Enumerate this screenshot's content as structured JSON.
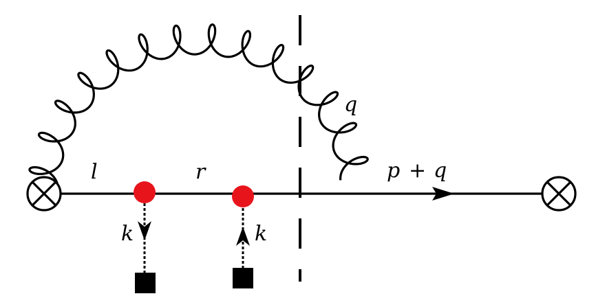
{
  "diagram": {
    "labels": {
      "l": "l",
      "r": "r",
      "q": "q",
      "pq_p": "p",
      "pq_plus": "+",
      "pq_q": "q",
      "k_left": "k",
      "k_right": "k"
    },
    "colors": {
      "line": "#000000",
      "vertex": "#e8141c",
      "background": "#ffffff"
    },
    "icons": [
      "otimes-icon",
      "otimes-icon",
      "square-source-icon",
      "square-source-icon",
      "arrow-icon"
    ]
  }
}
